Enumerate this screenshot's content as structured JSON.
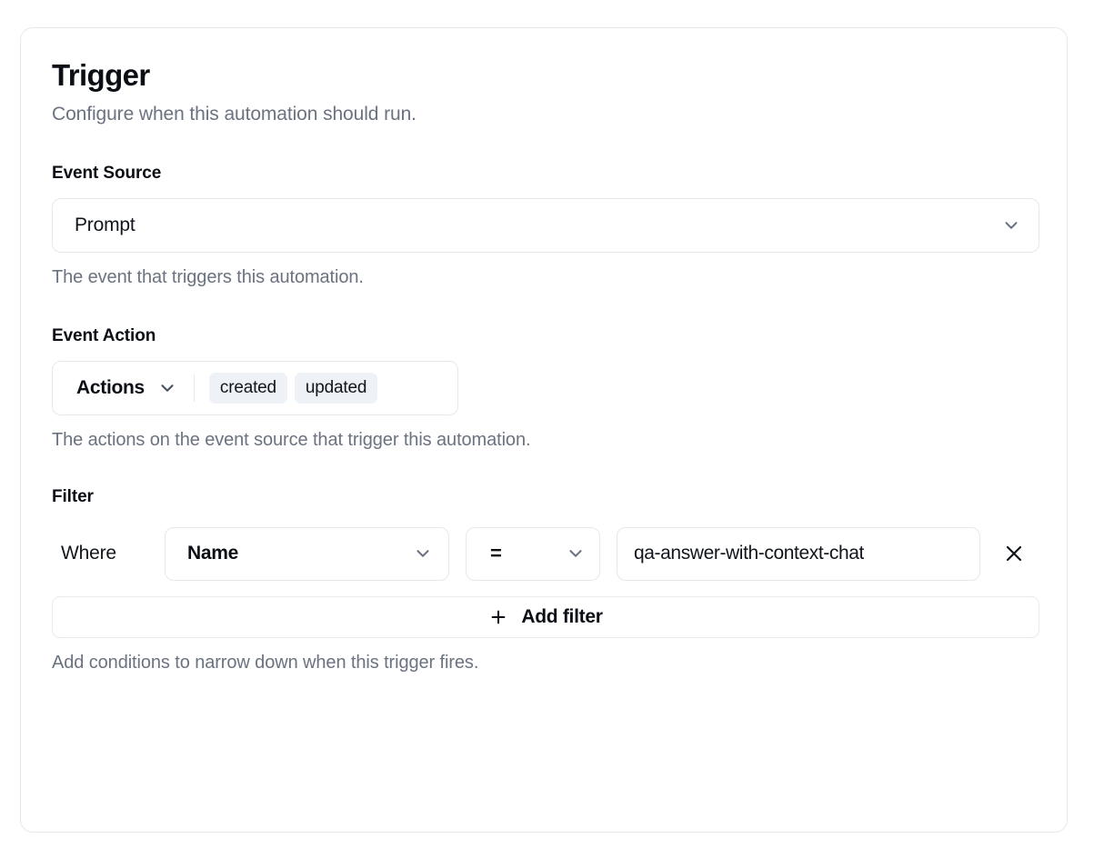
{
  "card": {
    "title": "Trigger",
    "subtitle": "Configure when this automation should run."
  },
  "event_source": {
    "label": "Event Source",
    "selected": "Prompt",
    "help": "The event that triggers this automation.",
    "chevron_icon": "chevron-down-icon"
  },
  "event_action": {
    "label": "Event Action",
    "trigger_label": "Actions",
    "chips": [
      "created",
      "updated"
    ],
    "help": "The actions on the event source that trigger this automation.",
    "chevron_icon": "chevron-down-icon"
  },
  "filter": {
    "label": "Filter",
    "where_label": "Where",
    "field": "Name",
    "operator": "=",
    "value": "qa-answer-with-context-chat",
    "remove_icon": "close-icon",
    "add_filter_label": "Add filter",
    "add_filter_icon": "plus-icon",
    "help": "Add conditions to narrow down when this trigger fires."
  },
  "colors": {
    "text_primary": "#0b0e14",
    "text_muted": "#6b7280",
    "border": "#e6e8ec",
    "chip_bg": "#eef1f6",
    "surface": "#ffffff"
  }
}
